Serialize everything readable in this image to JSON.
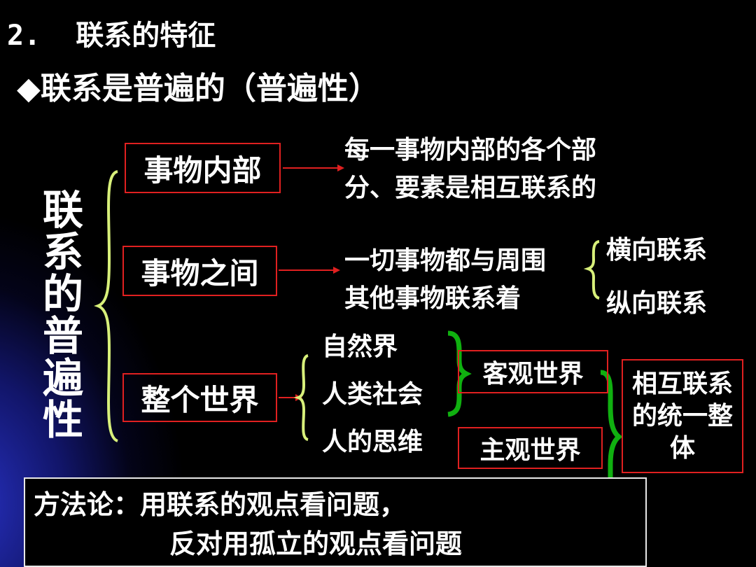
{
  "heading": {
    "number": "2.",
    "title": "联系的特征"
  },
  "subtitle": "◆联系是普遍的（普遍性）",
  "vertical_title": "联系的普遍性",
  "items": [
    {
      "label": "事物内部",
      "description_lines": [
        "每一事物内部的各个部",
        "分、要素是相互联系的"
      ]
    },
    {
      "label": "事物之间",
      "description_lines": [
        "一切事物都与周围",
        "其他事物联系着"
      ],
      "branches": [
        "横向联系",
        "纵向联系"
      ]
    },
    {
      "label": "整个世界",
      "parts": [
        "自然界",
        "人类社会",
        "人的思维"
      ]
    }
  ],
  "world_objective": "客观世界",
  "world_subjective": "主观世界",
  "unity": "相互联系的统一整体",
  "methodology": {
    "line1": "方法论：用联系的观点看问题，",
    "line2": "反对用孤立的观点看问题"
  },
  "colors": {
    "background": "#000000",
    "box_border": "#e02020",
    "arrow": "#e02020",
    "brace_yellow": "#d8f07a",
    "brace_green": "#10b010",
    "text": "#ffffff"
  }
}
